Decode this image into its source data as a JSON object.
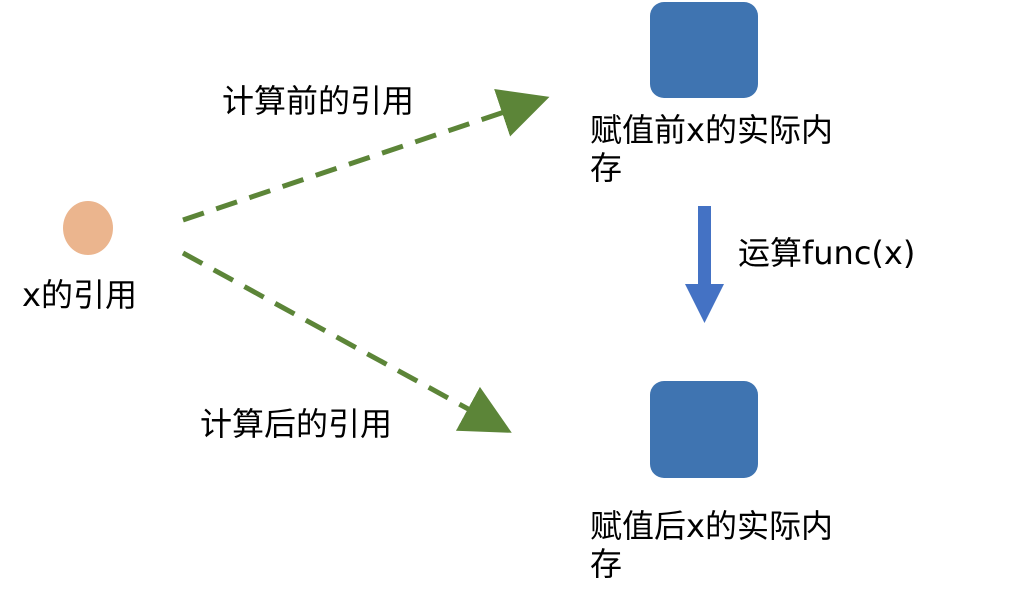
{
  "colors": {
    "reference_node": "#ebb58e",
    "memory_block": "#3f74b1",
    "dashed_arrow": "#5c8538",
    "operation_arrow": "#4472c4"
  },
  "reference": {
    "label": "x的引用"
  },
  "edges": {
    "before_label": "计算前的引用",
    "after_label": "计算后的引用"
  },
  "memory_before": {
    "label": "赋值前x的实际内存"
  },
  "memory_after": {
    "label": "赋值后x的实际内存"
  },
  "operation": {
    "label": "运算func(x)"
  }
}
